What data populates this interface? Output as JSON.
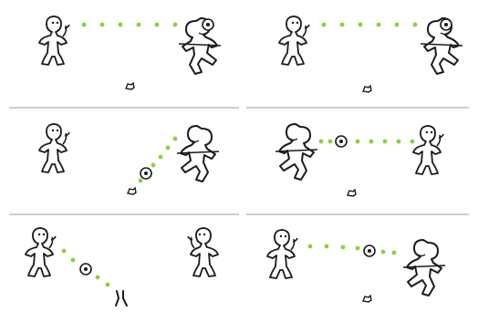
{
  "colors": {
    "ink": "#1a1a1a",
    "trajectory_dot": "#8ccf3c",
    "divider": "#bdbdbd",
    "background": "#ffffff"
  },
  "figure": {
    "panels": [
      {
        "id": "top-left",
        "description_icons": [
          "figure-standing",
          "trajectory-dots",
          "figure-holding-ball",
          "small-object"
        ]
      },
      {
        "id": "top-right",
        "description_icons": [
          "figure-standing",
          "trajectory-dots",
          "figure-holding-ball",
          "small-object"
        ]
      },
      {
        "id": "middle-left",
        "description_icons": [
          "figure-standing",
          "figure-kicking",
          "trajectory-dots",
          "ball",
          "small-object"
        ]
      },
      {
        "id": "middle-right",
        "description_icons": [
          "figure-running",
          "ball",
          "trajectory-dots",
          "figure-standing",
          "small-object"
        ]
      },
      {
        "id": "bottom-left",
        "description_icons": [
          "figure-standing",
          "trajectory-dots",
          "ball",
          "figure-standing",
          "small-object"
        ]
      },
      {
        "id": "bottom-right",
        "description_icons": [
          "figure-standing",
          "trajectory-dots",
          "ball",
          "figure-running",
          "small-object"
        ]
      }
    ]
  }
}
